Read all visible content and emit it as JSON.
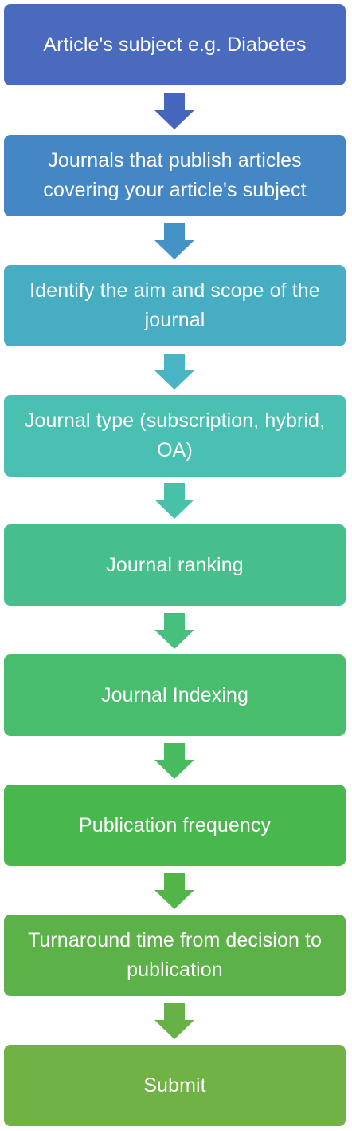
{
  "flowchart": {
    "steps": [
      {
        "label": "Article's subject e.g. Diabetes",
        "color": "#4a6bbd"
      },
      {
        "label": "Journals that publish articles covering your article's subject",
        "color": "#4586c5"
      },
      {
        "label": "Identify the aim and scope of the journal",
        "color": "#46adc2"
      },
      {
        "label": "Journal type (subscription, hybrid, OA)",
        "color": "#49c0b2"
      },
      {
        "label": "Journal ranking",
        "color": "#46bf8c"
      },
      {
        "label": "Journal Indexing",
        "color": "#47bd6d"
      },
      {
        "label": "Publication frequency",
        "color": "#48b84e"
      },
      {
        "label": "Turnaround time from decision to publication",
        "color": "#5cb249"
      },
      {
        "label": "Submit",
        "color": "#70b245"
      }
    ],
    "arrows": [
      {
        "color": "#4566bd"
      },
      {
        "color": "#4592c7"
      },
      {
        "color": "#48b4c4"
      },
      {
        "color": "#47c2a8"
      },
      {
        "color": "#47c07e"
      },
      {
        "color": "#48ba5f"
      },
      {
        "color": "#53b548"
      },
      {
        "color": "#66b247"
      }
    ]
  }
}
